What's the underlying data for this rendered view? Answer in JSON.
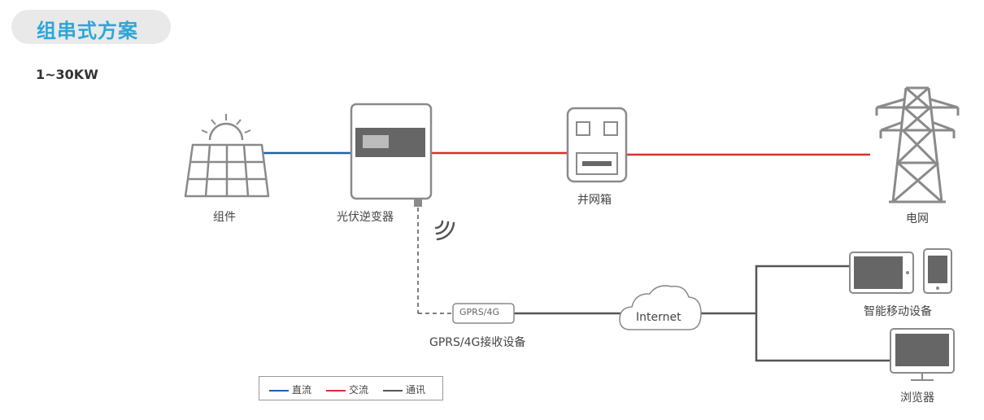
{
  "header": {
    "title": "组串式方案",
    "subtitle": "1~30KW"
  },
  "nodes": {
    "module": "组件",
    "inverter": "光伏逆变器",
    "combiner_box": "并网箱",
    "grid": "电网",
    "gprs_tag": "GPRS/4G",
    "gprs_device": "GPRS/4G接收设备",
    "internet": "Internet",
    "mobile": "智能移动设备",
    "browser": "浏览器"
  },
  "legend": {
    "items": [
      {
        "label": "直流",
        "color": "#1f5fa6"
      },
      {
        "label": "交流",
        "color": "#d9302c"
      },
      {
        "label": "通讯",
        "color": "#555555"
      }
    ]
  },
  "colors": {
    "dc": "#1f5fa6",
    "ac": "#d9302c",
    "comm": "#555555",
    "icon": "#8a8a8a",
    "title": "#2ea6d8"
  }
}
